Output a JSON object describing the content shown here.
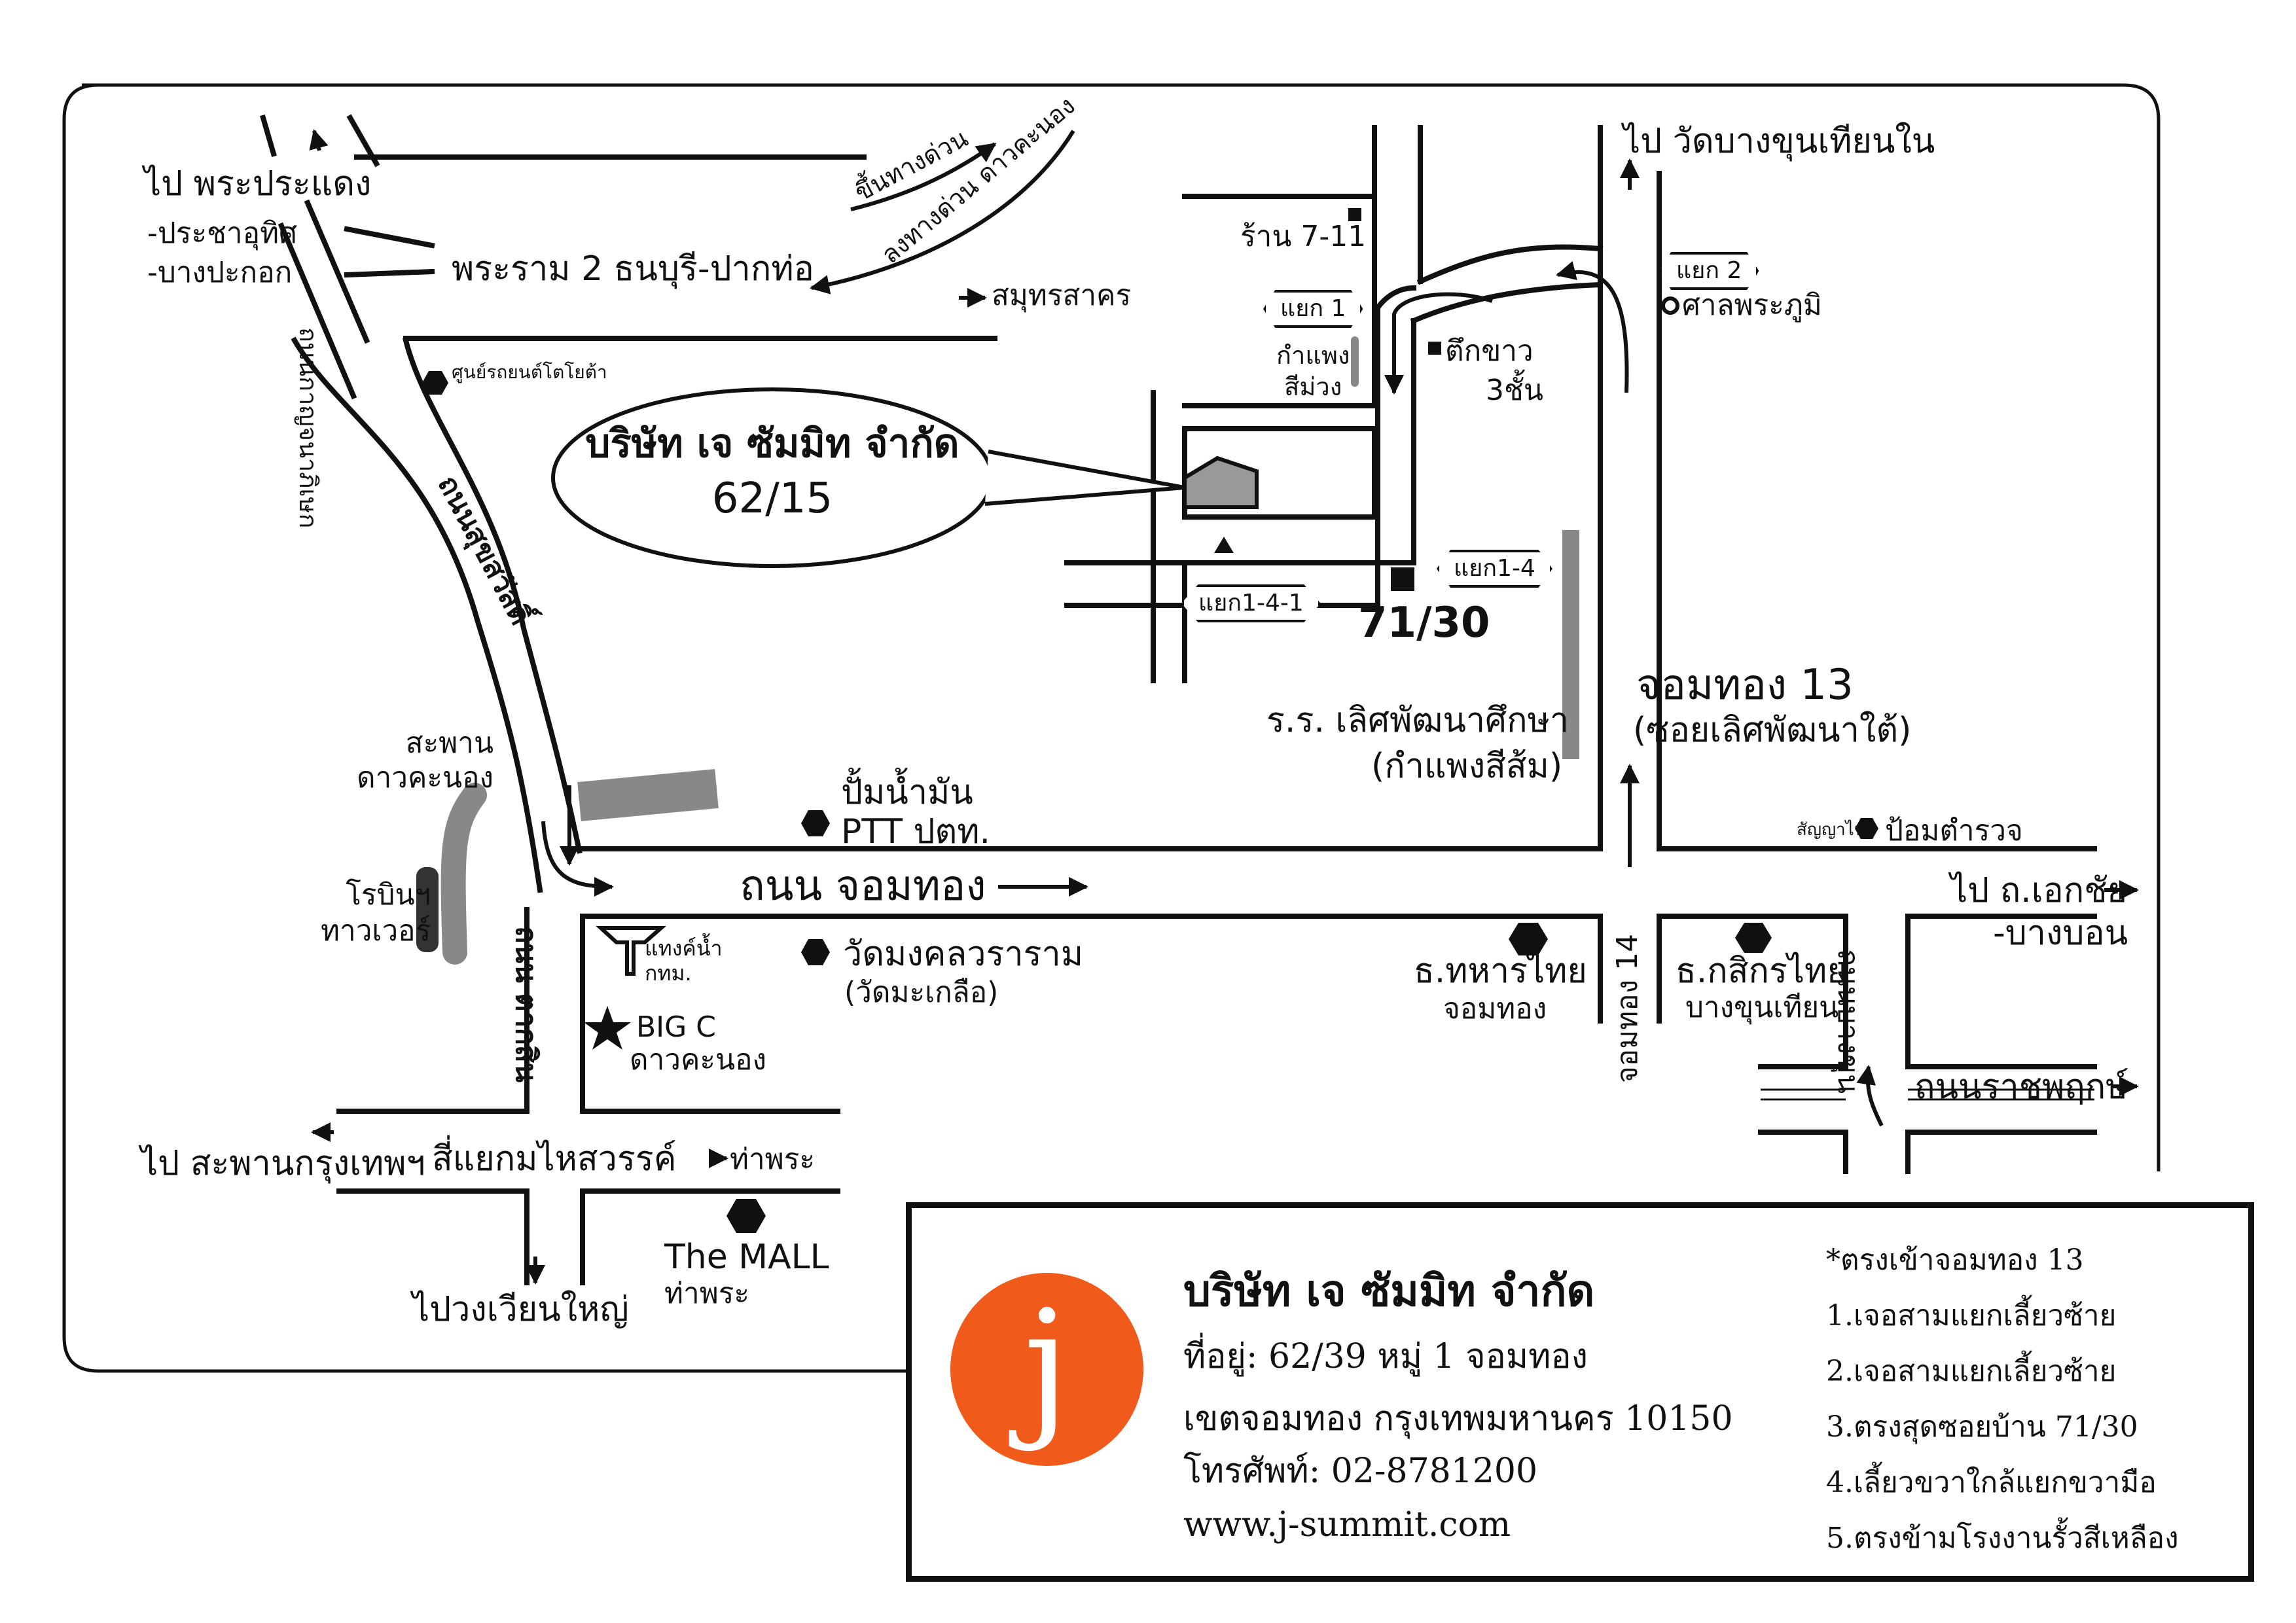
{
  "map": {
    "company_bubble": {
      "name": "บริษัท เจ ซัมมิท จำกัด",
      "number": "62/15"
    },
    "labels": {
      "to_phrapradaeng": "ไป พระประแดง",
      "prachauthit": "-ประชาอุทิศ",
      "bangpakok": "-บางปะกอก",
      "rama2": "พระราม 2 ธนบุรี-ปากท่อ",
      "expressway_up": "ขึ้นทางด่วน",
      "expressway_down": "ลงทางด่วน ดาวคะนอง",
      "samutsakhon": "สมุทรสาคร",
      "toyota_center": "ศูนย์รถยนต์โตโยต้า",
      "kanchanaphisek": "ถนนกาญจนาภิเษก",
      "suksawat_road": "ถนนสุขสวัสดิ์",
      "seven_eleven": "ร้าน 7-11",
      "purple_wall": "กำแพง\nสีม่วง",
      "white_building": "ตึกขาว",
      "three_floors": "3ชั้น",
      "to_wat": "ไป วัดบางขุนเทียนใน",
      "shrine": "ศาลพระภูมิ",
      "num_7130": "71/30",
      "school": "ร.ร. เลิศพัฒนาศึกษา",
      "orange_wall": "(กำแพงสีส้ม)",
      "jomthong13": "จอมทอง 13",
      "soi_lert": "(ซอยเลิศพัฒนาใต้)",
      "bridge": "สะพาน\nดาวคะนอง",
      "gas_station": "ปั้มน้ำมัน",
      "ptt": "PTT ปตท.",
      "signal": "สัญญาไฟ",
      "police_box": "ป้อมตำรวจ",
      "jomthong_road": "ถนน จอมทอง",
      "to_ekachai": "ไป ถ.เอกชัย",
      "bangbon": "-บางบอน",
      "robinson": "โรบินฯ\nทาวเวอร์",
      "water_tank": "แทงค์น้ำ\nกทม.",
      "wat_mongkol": "วัดมงคลวราราม",
      "wat_makluea": "(วัดมะเกลือ)",
      "tmb": "ธ.ทหารไทย",
      "tmb_branch": "จอมทอง",
      "kbank": "ธ.กสิกรไทย",
      "kbank_branch": "บางขุนเทียน",
      "jomthong14": "จอมทอง 14",
      "bangkhunthian_road": "ถนนบางขุน",
      "ratchaphruek": "ถนนราชพฤกษ์",
      "bigc": "BIG C",
      "bigc_branch": "ดาวคะนอง",
      "taksin_road": "ถนน ตากสิน",
      "to_krungthep_bridge": "ไป สะพานกรุงเทพฯ",
      "mahaisawan": "สี่แยกมไหสวรรค์",
      "thaphra": "ท่าพระ",
      "the_mall": "The MALL",
      "the_mall_branch": "ท่าพระ",
      "to_wongwian": "ไปวงเวียนใหญ่"
    },
    "signs": {
      "yaek1": "แยก 1",
      "yaek2": "แยก 2",
      "yaek1_4": "แยก1-4",
      "yaek1_4_1": "แยก1-4-1"
    }
  },
  "info": {
    "logo_letter": "j",
    "logo_color": "#f05a1a",
    "company": "บริษัท เจ ซัมมิท จำกัด",
    "address1": "ที่อยู่: 62/39 หมู่ 1 จอมทอง",
    "address2": "เขตจอมทอง กรุงเทพมหานคร 10150",
    "phone": "โทรศัพท์: 02-8781200",
    "website": "www.j-summit.com",
    "directions": [
      "*ตรงเข้าจอมทอง 13",
      "1.เจอสามแยกเลี้ยวซ้าย",
      "2.เจอสามแยกเลี้ยวซ้าย",
      "3.ตรงสุดซอยบ้าน 71/30",
      "4.เลี้ยวขวาใกล้แยกขวามือ",
      "5.ตรงข้ามโรงงานรั้วสีเหลือง"
    ]
  }
}
